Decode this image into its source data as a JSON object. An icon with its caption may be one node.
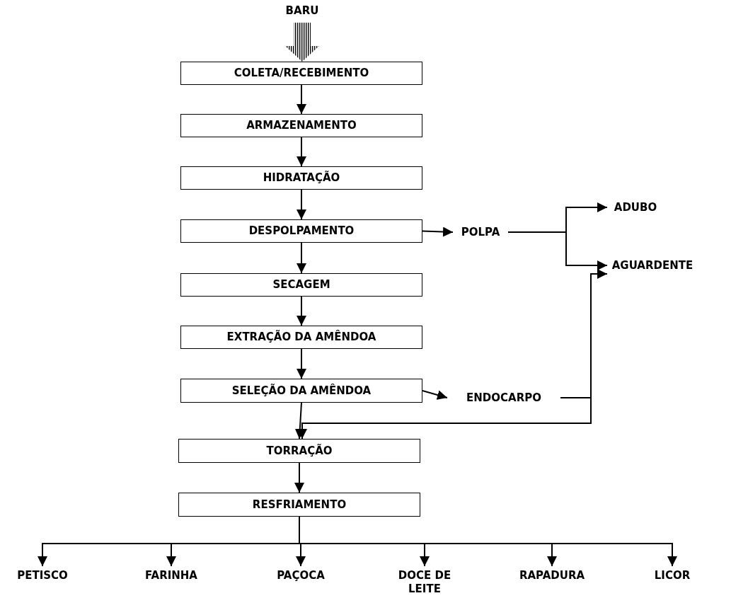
{
  "diagram": {
    "nodes": [
      {
        "text": [
          "BARU"
        ]
      },
      {
        "text": [
          "COLETA/RECEBIMENTO"
        ]
      },
      {
        "text": [
          "ARMAZENAMENTO"
        ]
      },
      {
        "text": [
          "HIDRATAÇÃO"
        ]
      },
      {
        "text": [
          "DESPOLPAMENTO"
        ]
      },
      {
        "text": [
          "SECAGEM"
        ]
      },
      {
        "text": [
          "EXTRAÇÃO DA AMÊNDOA"
        ]
      },
      {
        "text": [
          "SELEÇÃO DA AMÊNDOA"
        ]
      },
      {
        "text": [
          "TORRAÇÃO"
        ]
      },
      {
        "text": [
          "RESFRIAMENTO"
        ]
      },
      {
        "text": [
          "POLPA"
        ]
      },
      {
        "text": [
          "ADUBO"
        ]
      },
      {
        "text": [
          "AGUARDENTE"
        ]
      },
      {
        "text": [
          "ENDOCARPO"
        ]
      },
      {
        "text": [
          "PETISCO"
        ]
      },
      {
        "text": [
          "FARINHA"
        ]
      },
      {
        "text": [
          "PAÇOCA"
        ]
      },
      {
        "text": [
          "DOCE DE LEITE"
        ]
      },
      {
        "text": [
          "RAPADURA"
        ]
      },
      {
        "text": [
          "LICOR"
        ]
      }
    ],
    "edges": [
      {
        "from": 0,
        "to": 1,
        "arrow": "to",
        "style": "thick"
      },
      {
        "from": 1,
        "to": 2,
        "arrow": "to"
      },
      {
        "from": 2,
        "to": 3,
        "arrow": "to"
      },
      {
        "from": 3,
        "to": 4,
        "arrow": "to"
      },
      {
        "from": 4,
        "to": 5,
        "arrow": "to"
      },
      {
        "from": 5,
        "to": 6,
        "arrow": "to"
      },
      {
        "from": 6,
        "to": 7,
        "arrow": "to"
      },
      {
        "from": 7,
        "to": 8,
        "arrow": "to"
      },
      {
        "from": 8,
        "to": 9,
        "arrow": "to"
      },
      {
        "from": 4,
        "to": 10,
        "arrow": "to"
      },
      {
        "from": 10,
        "to": 11,
        "arrow": "to"
      },
      {
        "from": 10,
        "to": 12,
        "arrow": "to"
      },
      {
        "from": 7,
        "to": 13,
        "arrow": "to"
      },
      {
        "from": 13,
        "to": 12,
        "arrow": "to"
      },
      {
        "from": 13,
        "to": 8,
        "arrow": "to"
      },
      {
        "from": 9,
        "to": 14,
        "arrow": "to"
      },
      {
        "from": 9,
        "to": 15,
        "arrow": "to"
      },
      {
        "from": 9,
        "to": 16,
        "arrow": "to"
      },
      {
        "from": 9,
        "to": 17,
        "arrow": "to"
      },
      {
        "from": 9,
        "to": 18,
        "arrow": "to"
      },
      {
        "from": 9,
        "to": 19,
        "arrow": "to"
      }
    ]
  }
}
